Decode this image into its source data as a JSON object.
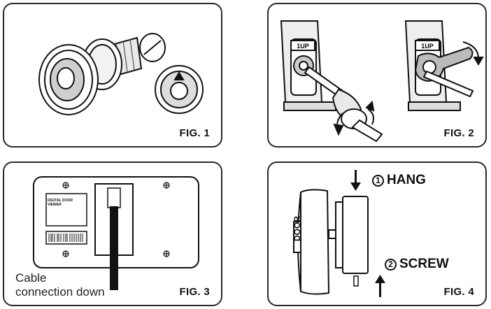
{
  "figures": {
    "fig1": {
      "label": "FIG. 1",
      "arrow_icon": "up-triangle-icon"
    },
    "fig2": {
      "label": "FIG. 2",
      "plate_text": "1UP"
    },
    "fig3": {
      "label": "FIG. 3",
      "screen_text": "DIGITAL DOOR VIEWER",
      "note_line1": "Cable",
      "note_line2": "connection down"
    },
    "fig4": {
      "label": "FIG. 4",
      "step1_num": "1",
      "step1_text": "HANG",
      "step2_num": "2",
      "step2_text": "SCREW",
      "door_text": "DOOR"
    }
  }
}
